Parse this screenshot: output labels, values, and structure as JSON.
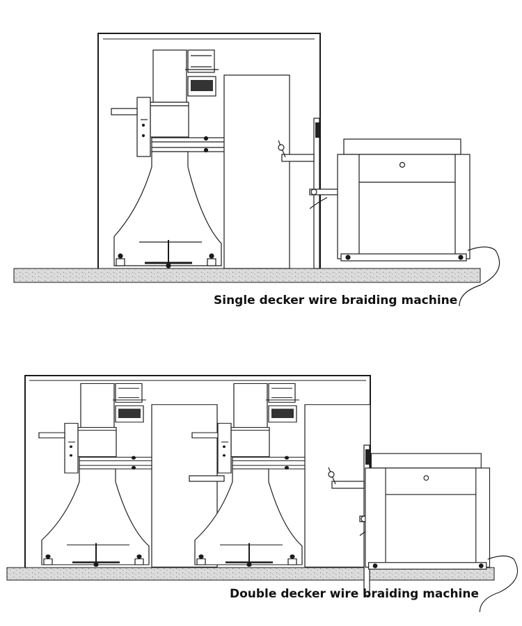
{
  "captions": {
    "single": "Single decker wire braiding machine",
    "double": "Double decker wire braiding machine"
  },
  "colors": {
    "line": "#1a1a1a",
    "ground_fill": "#d9d9d9",
    "ground_speckle": "#8a8a8a",
    "background": "#ffffff"
  },
  "diagrams": [
    {
      "id": "single",
      "braider_units": 1
    },
    {
      "id": "double",
      "braider_units": 2
    }
  ]
}
